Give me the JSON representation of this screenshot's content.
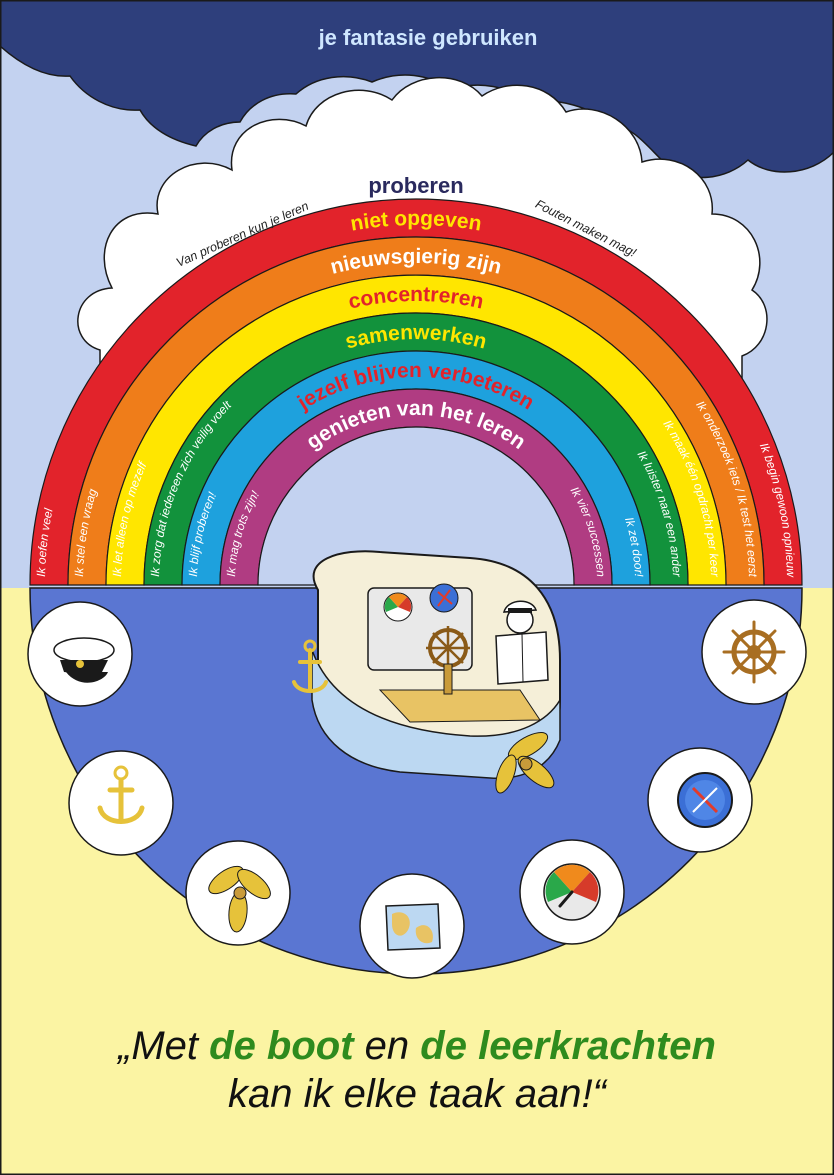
{
  "sky_title": "je fantasie gebruiken",
  "cloud": {
    "title": "proberen",
    "left_note": "Van proberen kun je leren",
    "right_note": "Fouten maken mag!"
  },
  "bands": [
    {
      "label": "niet opgeven",
      "color": "#e2232b",
      "text_color": "#ffe600",
      "left": "Ik oefen veel",
      "right": "Ik begin gewoon opnieuw"
    },
    {
      "label": "nieuwsgierig zijn",
      "color": "#ef7d1a",
      "text_color": "#ffffff",
      "left": "Ik stel een vraag",
      "right": "Ik onderzoek iets / Ik test het eerst"
    },
    {
      "label": "concentreren",
      "color": "#ffe600",
      "text_color": "#e2232b",
      "left": "Ik let alleen op mezelf",
      "right": "Ik maak één opdracht per keer"
    },
    {
      "label": "samenwerken",
      "color": "#12923c",
      "text_color": "#ffe600",
      "left": "Ik zorg dat iedereen zich veilig voelt",
      "right": "Ik luister naar een ander"
    },
    {
      "label": "jezelf blijven verbeteren",
      "color": "#1ea1dd",
      "text_color": "#e2232b",
      "left": "Ik blijf proberen!",
      "right": "Ik zet door!"
    },
    {
      "label": "genieten van het leren",
      "color": "#b03c82",
      "text_color": "#ffffff",
      "left": "Ik mag trots zijn!",
      "right": "Ik vier successen"
    }
  ],
  "icons": [
    {
      "name": "captain-hat-icon"
    },
    {
      "name": "anchor-icon"
    },
    {
      "name": "propeller-icon"
    },
    {
      "name": "map-icon"
    },
    {
      "name": "gauge-icon"
    },
    {
      "name": "compass-icon"
    },
    {
      "name": "ship-wheel-icon"
    }
  ],
  "quote": {
    "open": "„Met ",
    "hl1": "de boot",
    "mid": " en ",
    "hl2": "de leerkrachten",
    "line2": "kan ik elke taak aan!“"
  },
  "colors": {
    "sky": "#c3d2f0",
    "storm_cloud": "#2e3f7c",
    "sea": "#5a76d2",
    "sand": "#fbf4a3",
    "highlight_green": "#2e8b1e"
  }
}
